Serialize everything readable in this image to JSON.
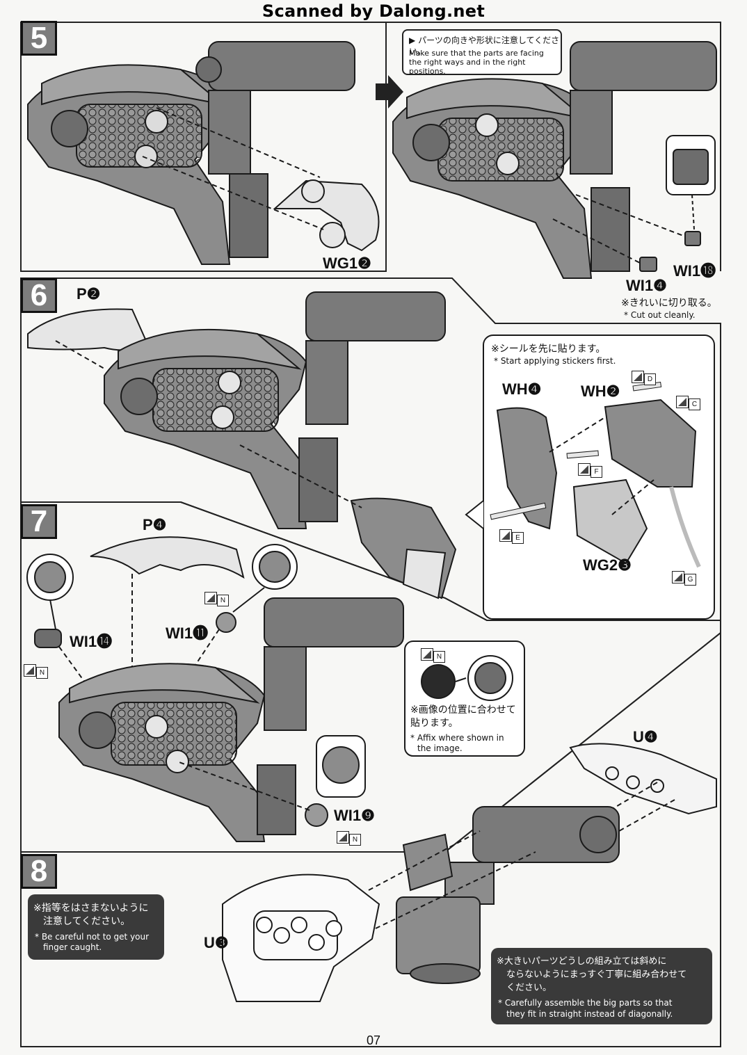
{
  "banner": "Scanned by Dalong.net",
  "steps": [
    "5",
    "6",
    "7",
    "8"
  ],
  "step5": {
    "note_jp": "パーツの向きや形状に注意してください。",
    "note_en": "Make sure that the parts are facing the right ways and in the right positions.",
    "parts": {
      "wg": "WG1❷",
      "wi18": "WI1⓲",
      "wi4": "WI1❹"
    },
    "cut_jp": "※きれいに切り取る。",
    "cut_en": "* Cut out cleanly."
  },
  "step6": {
    "p2": "P❷",
    "sticker_jp": "※シールを先に貼ります。",
    "sticker_en": "* Start applying stickers first.",
    "wh4": "WH❹",
    "wh2": "WH❷",
    "wg23": "WG2❸",
    "stickers": [
      "D",
      "C",
      "F",
      "E",
      "G"
    ]
  },
  "step7": {
    "p4": "P❹",
    "wi14": "WI1⓮",
    "wi11": "WI1⓫",
    "wi9": "WI1❾",
    "sticker_n": "N",
    "affix_jp_1": "※画像の位置に合わせて",
    "affix_jp_2": "貼ります。",
    "affix_en_1": "* Affix where shown in",
    "affix_en_2": "the image.",
    "u4": "U❹"
  },
  "step8": {
    "u3": "U❸",
    "finger_jp_1": "※指等をはさまないように",
    "finger_jp_2": "注意してください。",
    "finger_en_1": "* Be careful not to get your",
    "finger_en_2": "finger caught.",
    "big_jp_1": "※大きいパーツどうしの組み立ては斜めに",
    "big_jp_2": "ならないようにまっすぐ丁寧に組み合わせて",
    "big_jp_3": "ください。",
    "big_en_1": "* Carefully assemble the big parts so that",
    "big_en_2": "they fit in straight instead of diagonally."
  },
  "page_number": "07",
  "colors": {
    "part_gray": "#8c8c8c",
    "part_dark": "#6f6f6f",
    "line": "#1a1a1a",
    "clear": "#e6e6e6"
  }
}
